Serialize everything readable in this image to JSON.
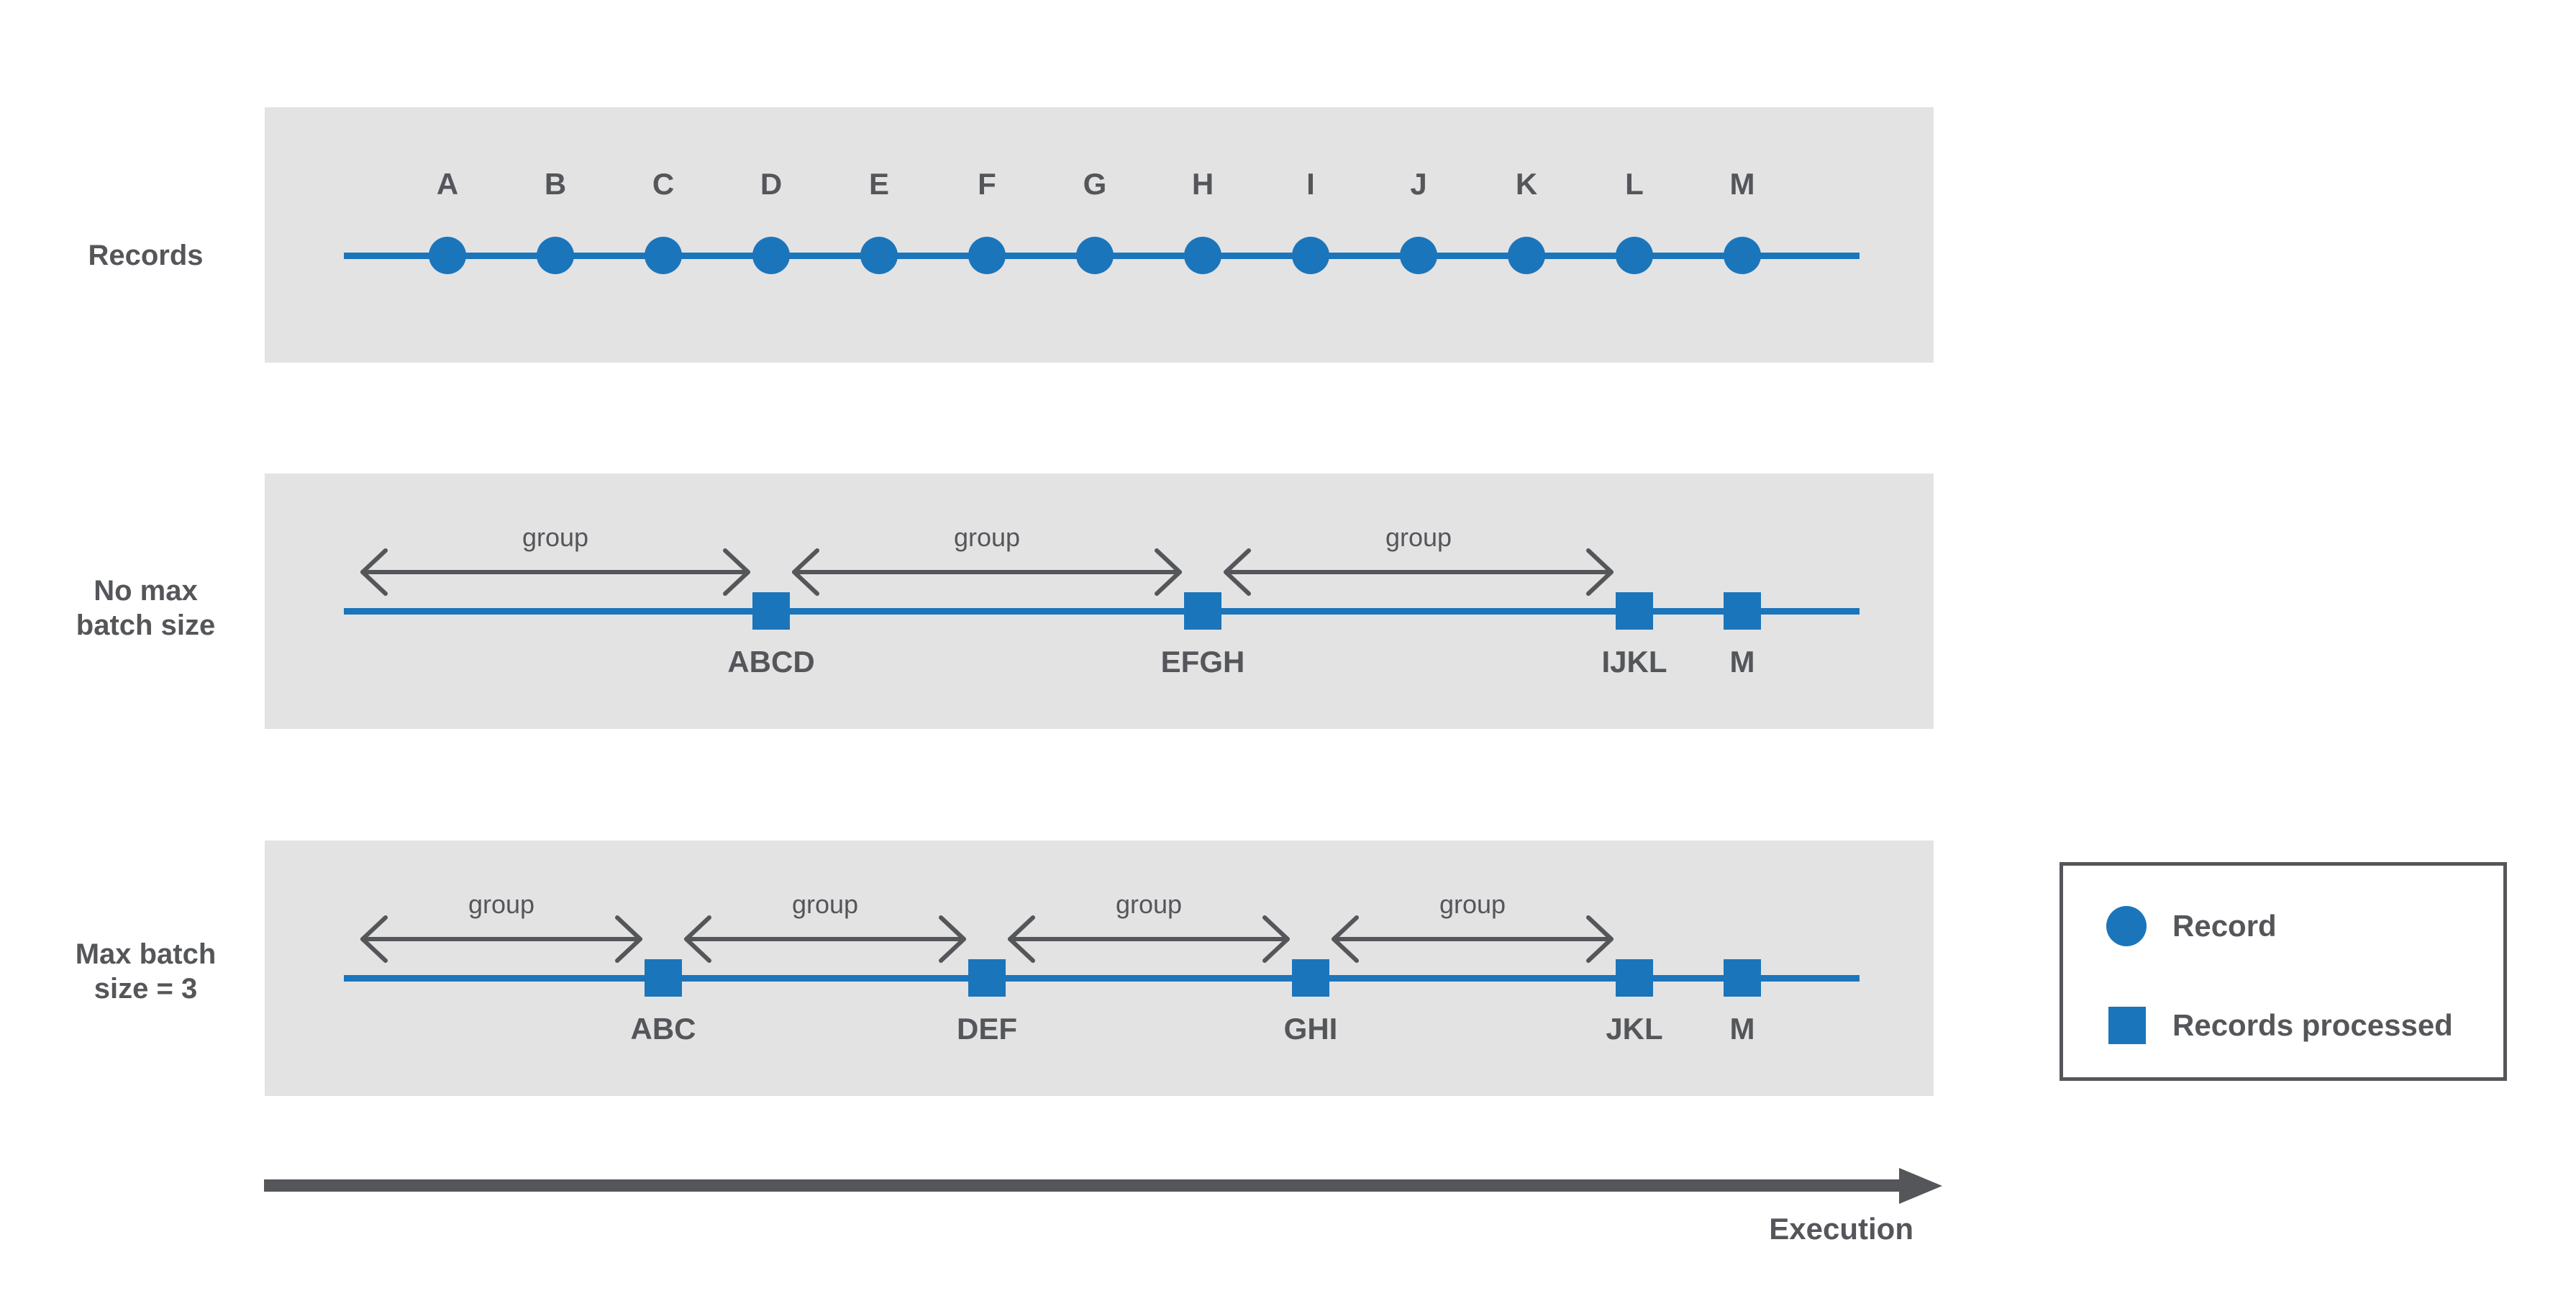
{
  "colors": {
    "blue": "#1b75bb",
    "band_background": "#e3e3e4",
    "dark_gray": "#54565a",
    "white": "#ffffff"
  },
  "records": {
    "letters": [
      "A",
      "B",
      "C",
      "D",
      "E",
      "F",
      "G",
      "H",
      "I",
      "J",
      "K",
      "L",
      "M"
    ]
  },
  "bands": [
    {
      "name": "records",
      "left_label": "Records",
      "show_record_dots": true,
      "markers": [],
      "group_label": "group"
    },
    {
      "name": "no-max-batch-size",
      "left_label": "No max\nbatch size",
      "show_record_dots": false,
      "markers": [
        {
          "label": "ABCD",
          "at": "D"
        },
        {
          "label": "EFGH",
          "at": "H"
        },
        {
          "label": "IJKL",
          "at": "L"
        },
        {
          "label": "M",
          "at": "M"
        }
      ],
      "group_label": "group"
    },
    {
      "name": "max-batch-size-3",
      "left_label": "Max batch\nsize = 3",
      "show_record_dots": false,
      "markers": [
        {
          "label": "ABC",
          "at": "C"
        },
        {
          "label": "DEF",
          "at": "F"
        },
        {
          "label": "GHI",
          "at": "I"
        },
        {
          "label": "JKL",
          "at": "L"
        },
        {
          "label": "M",
          "at": "M"
        }
      ],
      "group_label": "group"
    }
  ],
  "legend": {
    "items": [
      {
        "symbol": "circle",
        "label": "Record"
      },
      {
        "symbol": "square",
        "label": "Records processed"
      }
    ]
  },
  "execution_label": "Execution"
}
